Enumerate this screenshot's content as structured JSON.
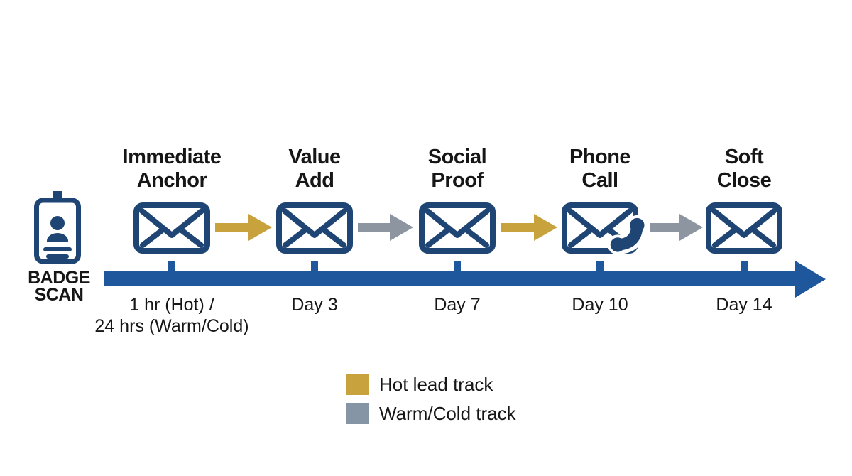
{
  "colors": {
    "navy_icon": "#1E4574",
    "timeline_blue": "#1F579D",
    "hot_gold": "#C8A23D",
    "warm_cold_gray": "#8C95A0",
    "legend_gray": "#8695A5",
    "text": "#161616"
  },
  "badge": {
    "label_line1": "BADGE",
    "label_line2": "SCAN"
  },
  "steps": [
    {
      "label_line1": "Immediate",
      "label_line2": "Anchor",
      "time_line1": "1 hr (Hot) /",
      "time_line2": "24 hrs (Warm/Cold)"
    },
    {
      "label_line1": "Value",
      "label_line2": "Add",
      "time_line1": "Day 3",
      "time_line2": ""
    },
    {
      "label_line1": "Social",
      "label_line2": "Proof",
      "time_line1": "Day 7",
      "time_line2": ""
    },
    {
      "label_line1": "Phone",
      "label_line2": "Call",
      "time_line1": "Day 10",
      "time_line2": ""
    },
    {
      "label_line1": "Soft",
      "label_line2": "Close",
      "time_line1": "Day 14",
      "time_line2": ""
    }
  ],
  "arrows": [
    {
      "track": "hot",
      "color": "#C8A23D"
    },
    {
      "track": "warm-cold",
      "color": "#8C95A0"
    },
    {
      "track": "hot",
      "color": "#C8A23D"
    },
    {
      "track": "warm-cold",
      "color": "#8C95A0"
    }
  ],
  "legend": [
    {
      "label": "Hot lead track",
      "color": "#C8A23D"
    },
    {
      "label": "Warm/Cold track",
      "color": "#8695A5"
    }
  ]
}
